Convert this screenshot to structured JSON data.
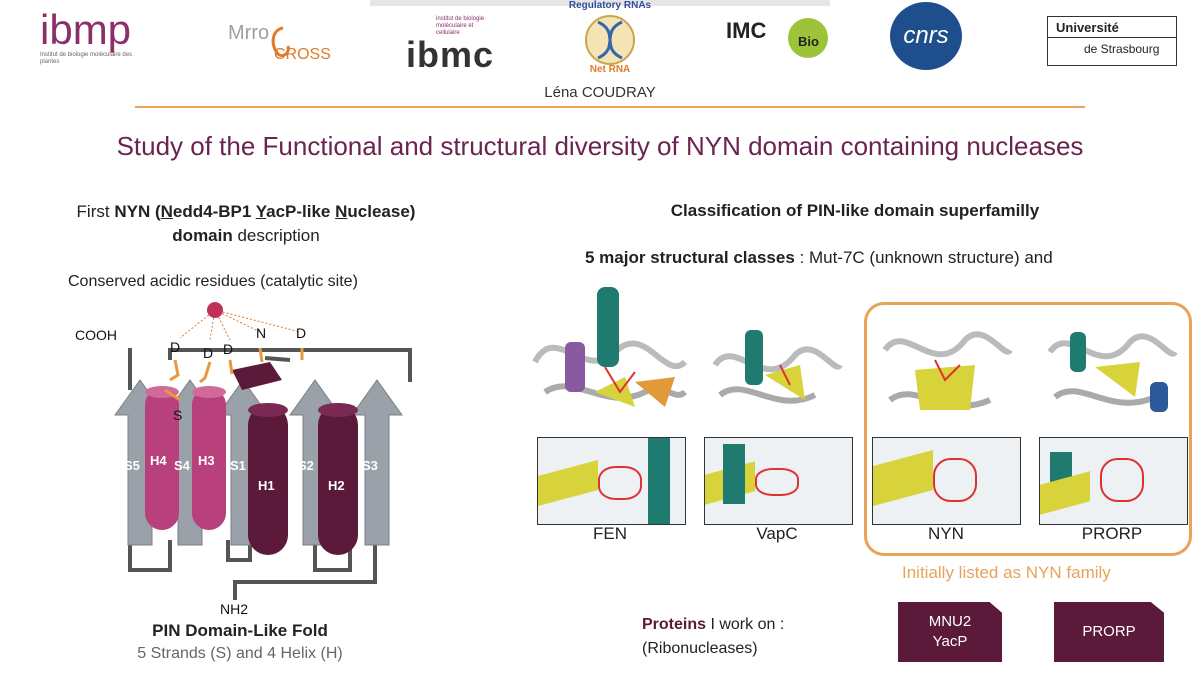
{
  "header": {
    "logos": {
      "ibmp": {
        "name": "ibmp",
        "subtitle": "Institut de biologie moléculaire des plantes"
      },
      "mitocross": {
        "part1": "Mrro",
        "part2": "CROSS"
      },
      "ibmc": {
        "name": "ibmc",
        "subtitle": "institut de biologie moléculaire et cellulaire"
      },
      "netrna": {
        "top": "Regulatory RNAs",
        "bottom": "Net RNA"
      },
      "imcbio": {
        "part1": "IMC",
        "part2": "Bio"
      },
      "cnrs": {
        "name": "cnrs"
      },
      "unistra": {
        "line1": "Université",
        "line2": "de Strasbourg"
      }
    },
    "presenter": "Léna COUDRAY"
  },
  "title": "Study of the Functional and structural diversity of NYN domain containing nucleases",
  "left": {
    "heading_plain1": "First ",
    "heading_bold": "NYN (",
    "heading_n": "N",
    "heading_edd": "edd4-BP1 ",
    "heading_y": "Y",
    "heading_ac": "acP-like ",
    "heading_n2": "N",
    "heading_uc": "uclease)",
    "heading_line2_bold": "domain",
    "heading_line2_plain": " description",
    "conserved": "Conserved acidic residues (catalytic site)",
    "diagram": {
      "cooh": "COOH",
      "nh2": "NH2",
      "residues": [
        "D",
        "D",
        "D",
        "N",
        "D"
      ],
      "strands": [
        "S5",
        "S4",
        "S1",
        "S2",
        "S3"
      ],
      "helices": [
        "H4",
        "H3",
        "H1",
        "H2"
      ],
      "small_s": "S"
    },
    "fold_title": "PIN Domain-Like Fold",
    "fold_sub": "5 Strands (S) and 4 Helix (H)"
  },
  "right": {
    "heading": "Classification of PIN-like domain superfamilly",
    "classes_bold": "5 major structural classes",
    "classes_plain": " : Mut-7C (unknown structure) and",
    "structures": [
      {
        "name": "FEN"
      },
      {
        "name": "VapC"
      },
      {
        "name": "NYN"
      },
      {
        "name": "PRORP"
      }
    ],
    "initially": "Initially listed as NYN family",
    "proteins_bold": "Proteins",
    "proteins_plain": " I work on :",
    "proteins_sub": "(Ribonucleases)",
    "buttons": [
      {
        "line1": "MNU2",
        "line2": "YacP"
      },
      {
        "line1": "PRORP",
        "line2": ""
      }
    ]
  },
  "colors": {
    "accent_orange": "#e8a35b",
    "title_purple": "#6b2350",
    "helix_pink": "#b8407c",
    "helix_dark": "#5b1a3a",
    "strand_grey": "#9aa1a8",
    "button_bg": "#5b1a3a"
  }
}
